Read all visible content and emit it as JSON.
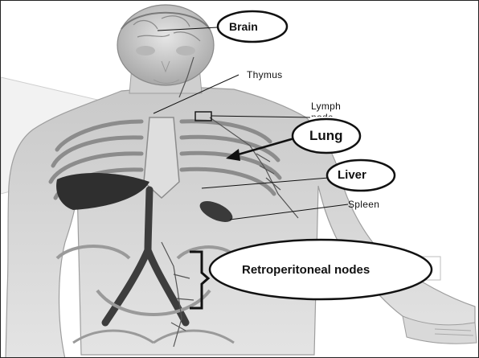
{
  "labels": {
    "brain": "Brain",
    "thymus": "Thymus",
    "lymph_node": "Lymph\nnode",
    "lung": "Lung",
    "liver": "Liver",
    "spleen": "Spleen",
    "retroperitoneal": "Retroperitoneal nodes"
  },
  "colors": {
    "ink": "#111111",
    "body_fill": "#d6d6d6",
    "body_dark": "#9a9a9a",
    "organ_dark": "#2f2f2f",
    "vessel": "#3d3d3d",
    "background": "#ffffff"
  },
  "icons": {
    "callout_shape": "ellipse-outline",
    "pointer": "arrow-left",
    "bracket": "right-curly-bracket"
  }
}
